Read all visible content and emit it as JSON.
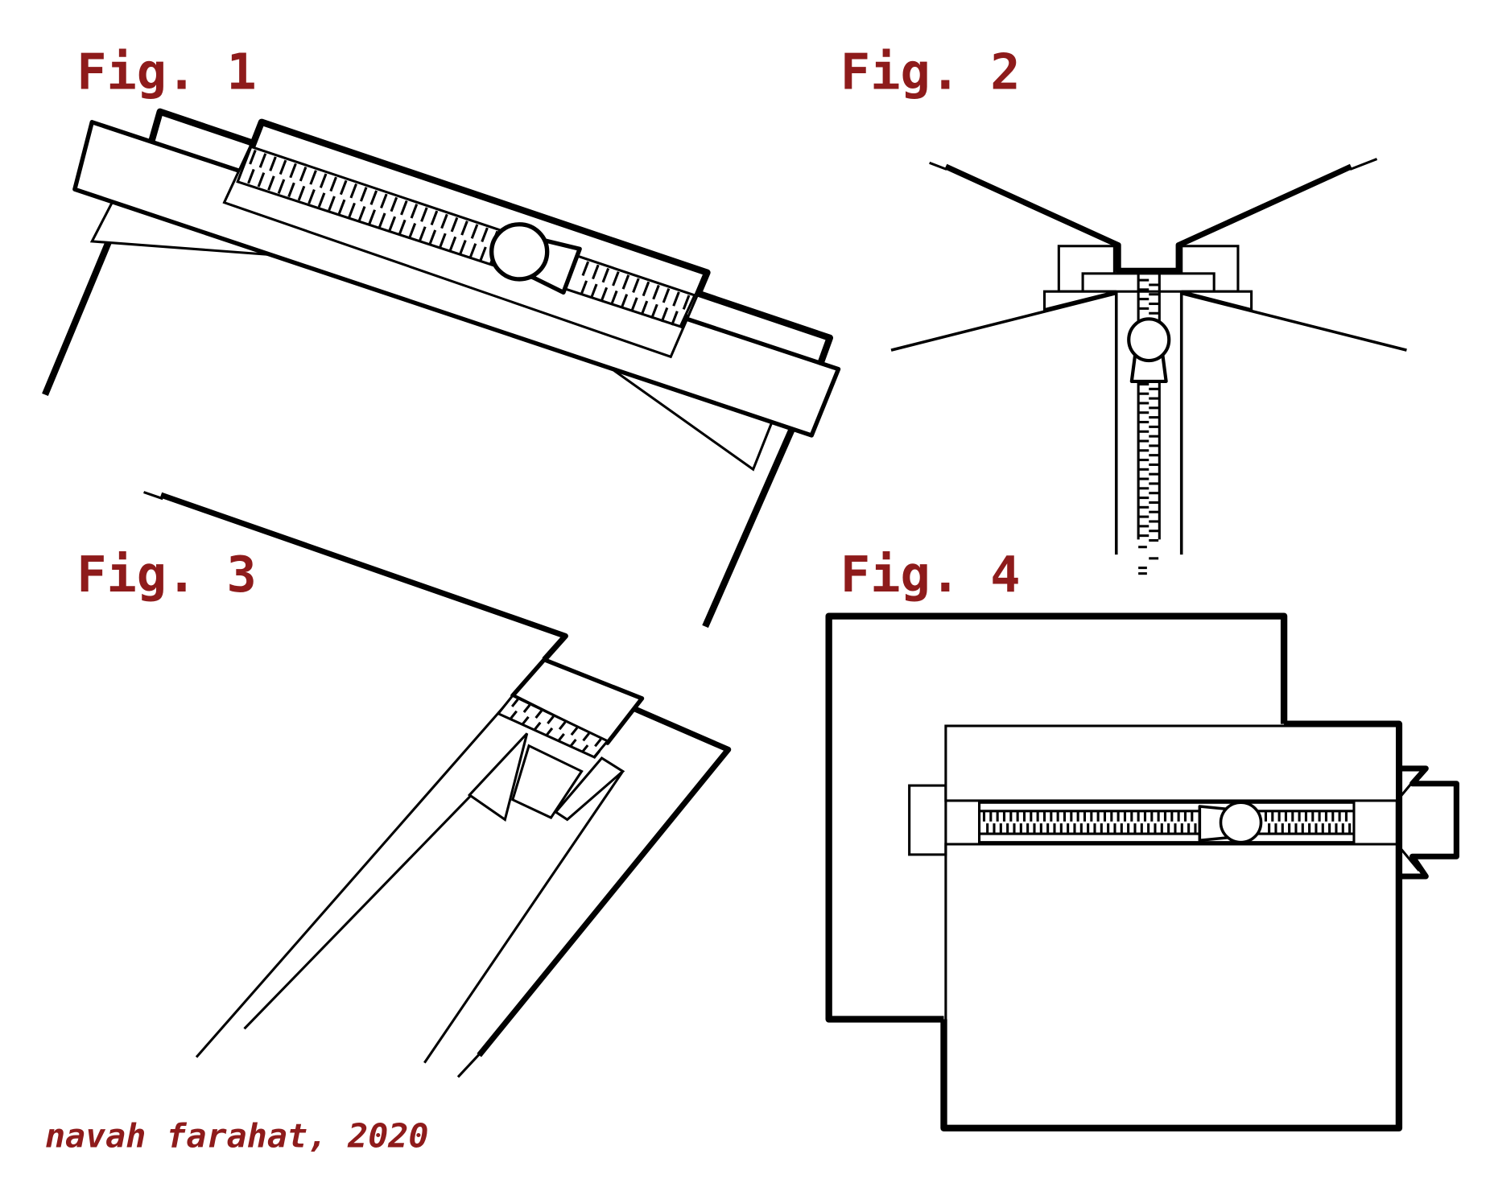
{
  "figures": [
    {
      "label": "Fig. 1"
    },
    {
      "label": "Fig. 2"
    },
    {
      "label": "Fig. 3"
    },
    {
      "label": "Fig. 4"
    }
  ],
  "caption": "navah farahat, 2020",
  "colors": {
    "label": "#8e1b1b",
    "ink": "#000000",
    "background": "#ffffff"
  }
}
